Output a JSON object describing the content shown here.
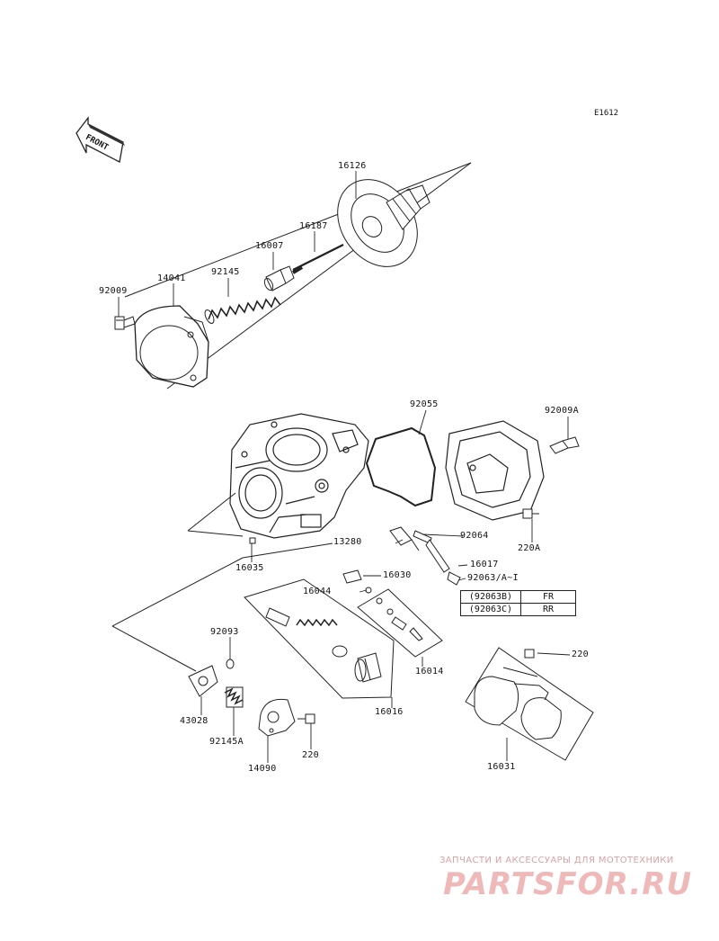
{
  "diagram_code": "E1612",
  "front_arrow_label": "FRONT",
  "part_labels": [
    "16126",
    "16187",
    "16007",
    "92145",
    "14041",
    "92009",
    "92055",
    "92009A",
    "13280",
    "92064",
    "16035",
    "220A",
    "16017",
    "16030",
    "92063/A~I",
    "16044",
    "92093",
    "16014",
    "220",
    "43028",
    "16016",
    "92145A",
    "220",
    "14090",
    "16031"
  ],
  "variant_table": [
    {
      "code": "(92063B)",
      "position": "FR"
    },
    {
      "code": "(92063C)",
      "position": "RR"
    }
  ],
  "watermark": {
    "caption": "ЗАПЧАСТИ И АКСЕССУАРЫ ДЛЯ МОТОТЕХНИКИ",
    "logo": "PARTSFOR.RU"
  }
}
